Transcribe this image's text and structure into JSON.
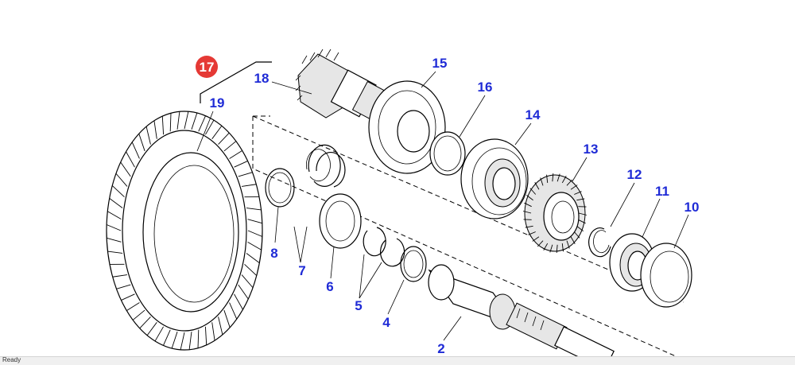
{
  "colors": {
    "callout": "#1f2bd6",
    "badge": "#e53935",
    "line": "#000000"
  },
  "callouts": {
    "c2": "2",
    "c4": "4",
    "c5": "5",
    "c6": "6",
    "c7": "7",
    "c8": "8",
    "c10": "10",
    "c11": "11",
    "c12": "12",
    "c13": "13",
    "c14": "14",
    "c15": "15",
    "c16": "16",
    "c17": "17",
    "c18": "18",
    "c19": "19"
  },
  "status": {
    "text": "Ready"
  }
}
